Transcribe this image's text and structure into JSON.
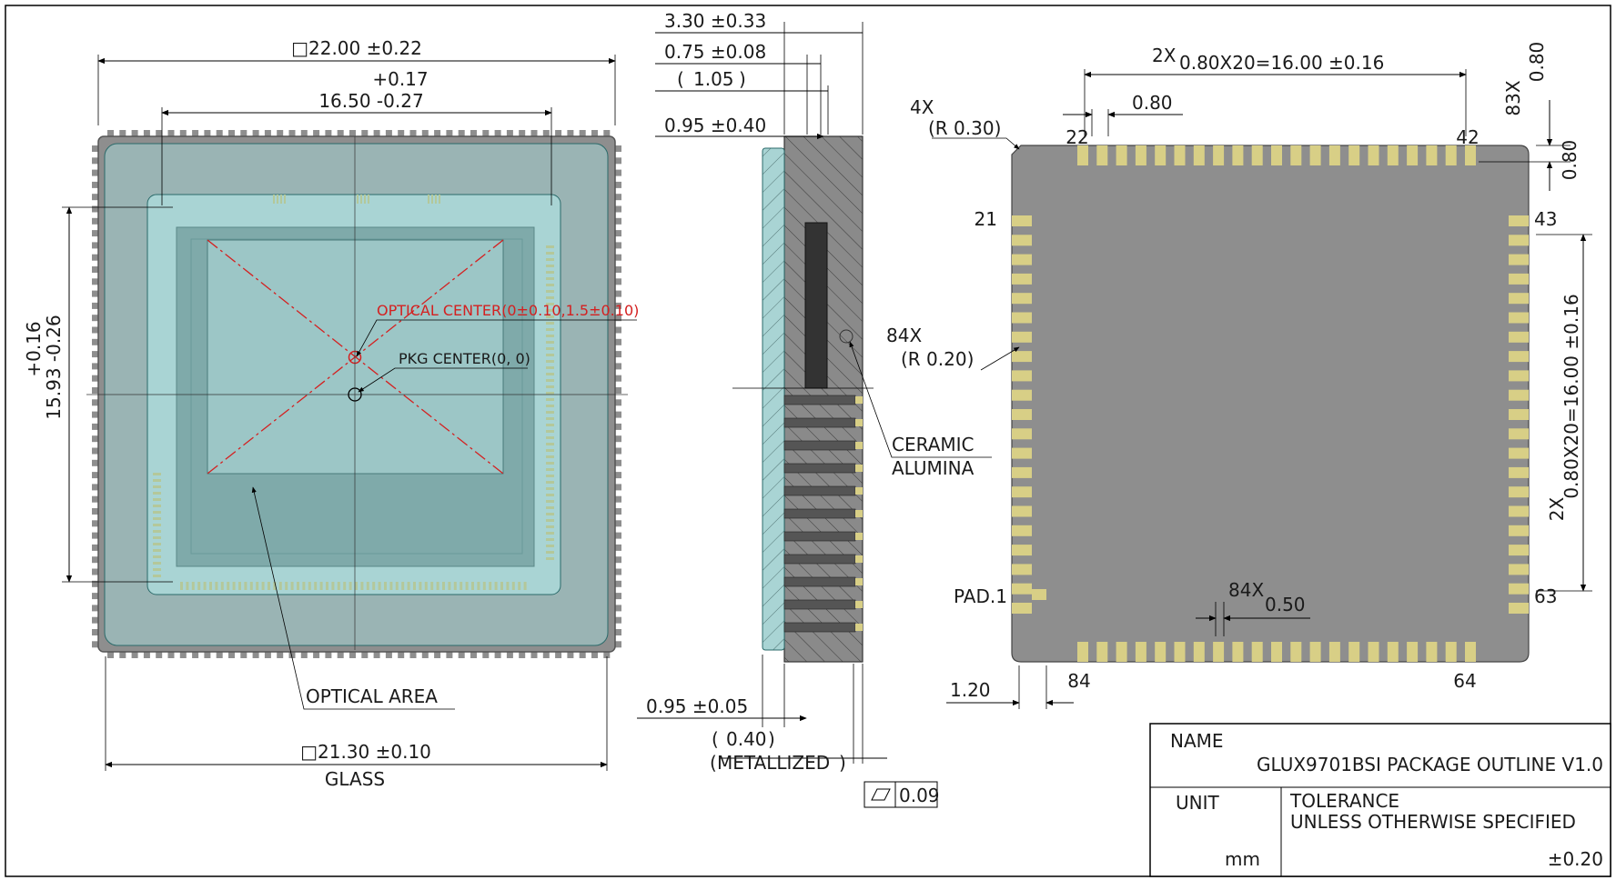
{
  "front_view": {
    "outer_size": "□22.00 ±0.22",
    "inner_tol_upper": "+0.17",
    "inner_size": "16.50 -0.27",
    "height_tol": "+0.16",
    "height_size": "15.93 -0.26",
    "optical_center": "OPTICAL CENTER(0±0.10,1.5±0.10)",
    "pkg_center": "PKG CENTER(0, 0)",
    "optical_area": "OPTICAL AREA",
    "glass_size": "□21.30 ±0.10",
    "glass_label": "GLASS"
  },
  "side_view": {
    "total_height": "3.30 ±0.33",
    "layer_a": "0.75 ±0.08",
    "layer_b": "1.05",
    "glass_offset": "0.95 ±0.40",
    "glass_thickness": "0.95 ±0.05",
    "metallized_value": "0.40",
    "metallized_label": "METALLIZED",
    "flatness_value": "0.09",
    "corner_count": "84X",
    "corner_radius": "(R 0.20)",
    "material_1": "CERAMIC",
    "material_2": "ALUMINA"
  },
  "bottom_view": {
    "pitch_count": "2X",
    "pitch_span": "0.80X20=16.00 ±0.16",
    "pitch": "0.80",
    "corner_count": "4X",
    "corner_radius": "(R 0.30)",
    "pad_count_side": "83X",
    "pad_pitch_v1": "0.80",
    "pad_pitch_v2": "0.80",
    "side_span_count": "2X",
    "side_span": "0.80X20=16.00 ±0.16",
    "pad_width_count": "84X",
    "pad_width": "0.50",
    "pad_offset": "1.20",
    "pad_1_label": "PAD.1",
    "pin_22": "22",
    "pin_42": "42",
    "pin_21": "21",
    "pin_43": "43",
    "pin_63": "63",
    "pin_84": "84",
    "pin_64": "64"
  },
  "title_block": {
    "name_label": "NAME",
    "name_value": "GLUX9701BSI PACKAGE OUTLINE V1.0",
    "unit_label": "UNIT",
    "unit_value": "mm",
    "tolerance_label_1": "TOLERANCE",
    "tolerance_label_2": "UNLESS OTHERWISE SPECIFIED",
    "tolerance_value": "±0.20"
  },
  "colors": {
    "package_gray": "#8e8e8e",
    "glass_cyan": "#a9d4d4",
    "die_teal": "#7faaaa",
    "optical_teal": "#9cc6c6",
    "pad_gold": "#d8cf86",
    "optical_red": "#d42020"
  }
}
